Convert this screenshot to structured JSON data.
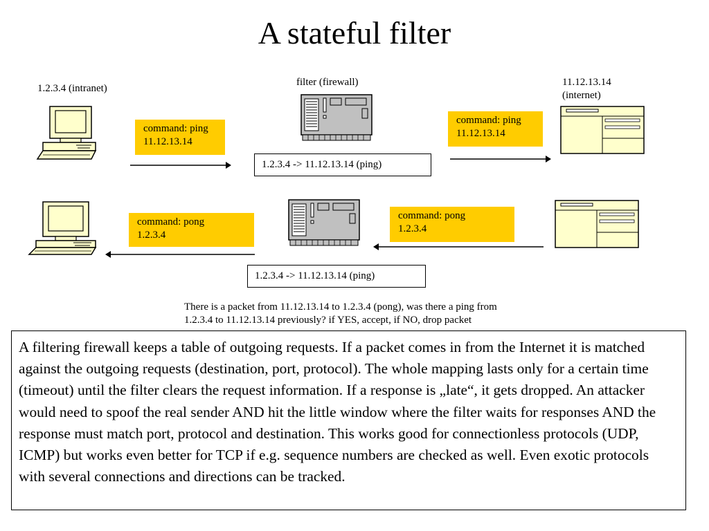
{
  "title": "A stateful filter",
  "labels": {
    "intranet": "1.2.3.4 (intranet)",
    "filter": "filter (firewall)",
    "internet": "11.12.13.14\n(internet)"
  },
  "boxes": {
    "cmd_ping_left": "command: ping\n11.12.13.14",
    "cmd_ping_right": "command: ping\n11.12.13.14",
    "cmd_pong_right": "command: pong\n1.2.3.4",
    "cmd_pong_left": "command: pong\n1.2.3.4"
  },
  "packets": {
    "top": "1.2.3.4 -> 11.12.13.14 (ping)",
    "bottom": "1.2.3.4 -> 11.12.13.14 (ping)"
  },
  "note": "There is a packet from 11.12.13.14 to 1.2.3.4 (pong), was there a ping from\n1.2.3.4 to 11.12.13.14 previously? if YES, accept, if NO, drop packet",
  "explanation": "A filtering firewall keeps a table of outgoing requests. If a packet comes in from the Internet it is matched against the outgoing requests (destination, port, protocol). The whole mapping lasts only for a certain time (timeout) until the filter clears the request information. If a response is „late“, it gets dropped. An attacker would need to spoof the real sender AND hit the little window where the filter waits for responses AND the response must match port, protocol and destination. This works good for connectionless protocols (UDP, ICMP) but works even better for TCP if e.g. sequence numbers are checked as well. Even exotic protocols with several connections and directions can be tracked.",
  "colors": {
    "box_fill": "#ffcc00",
    "device_fill": "#ffffcc",
    "server_fill": "#c0c0c0"
  },
  "icons": {
    "client": "computer-icon",
    "firewall": "server-icon",
    "internet_host": "host-window-icon"
  }
}
